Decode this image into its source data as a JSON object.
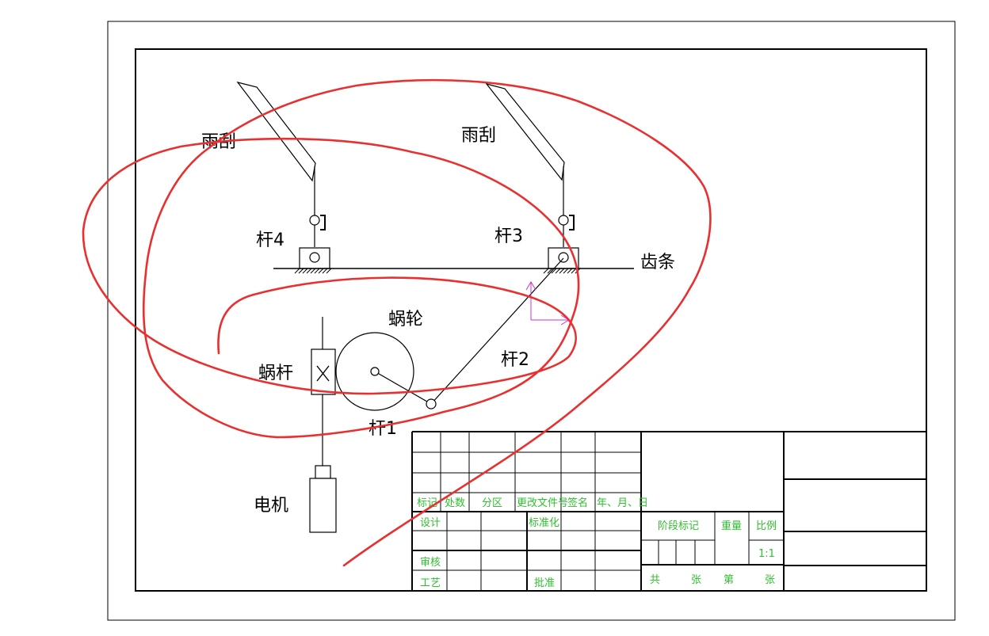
{
  "labels": {
    "wiper_left": "雨刮",
    "wiper_right": "雨刮",
    "rod4": "杆4",
    "rod3": "杆3",
    "rack": "齿条",
    "worm_wheel": "蜗轮",
    "rod2": "杆2",
    "worm": "蜗杆",
    "rod1": "杆1",
    "motor": "电机"
  },
  "title_block": {
    "mark": "标记",
    "count": "处数",
    "zone": "分区",
    "change_doc": "更改文件号",
    "signature": "签名",
    "date": "年、月、日",
    "design": "设计",
    "standardization": "标准化",
    "stage_mark": "阶段标记",
    "weight": "重量",
    "scale": "比例",
    "scale_value": "1:1",
    "review": "审核",
    "process": "工艺",
    "approve": "批准",
    "total": "共",
    "sheets": "张",
    "number": "第",
    "sheet": "张"
  },
  "colors": {
    "line": "#000000",
    "title_text": "#2fbf2f",
    "annotation": "#e83030",
    "axis_marker": "#cc33cc"
  }
}
